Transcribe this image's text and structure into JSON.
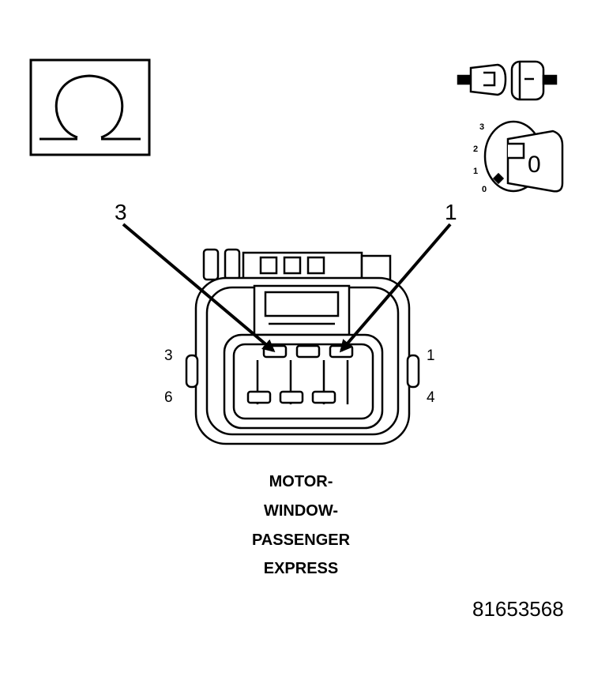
{
  "symbol": {
    "icon": "ohm-resistance-icon"
  },
  "ignition": {
    "icon": "ignition-key-off-icon",
    "positions": [
      "3",
      "2",
      "1",
      "0"
    ],
    "key_label": "0"
  },
  "connector_icon": "disconnected-connector-icon",
  "callouts": {
    "left": "3",
    "right": "1"
  },
  "pins": {
    "top_left": "3",
    "top_right": "1",
    "bottom_left": "6",
    "bottom_right": "4"
  },
  "title_lines": [
    "MOTOR-",
    "WINDOW-",
    "PASSENGER",
    "EXPRESS"
  ],
  "doc_number": "81653568"
}
